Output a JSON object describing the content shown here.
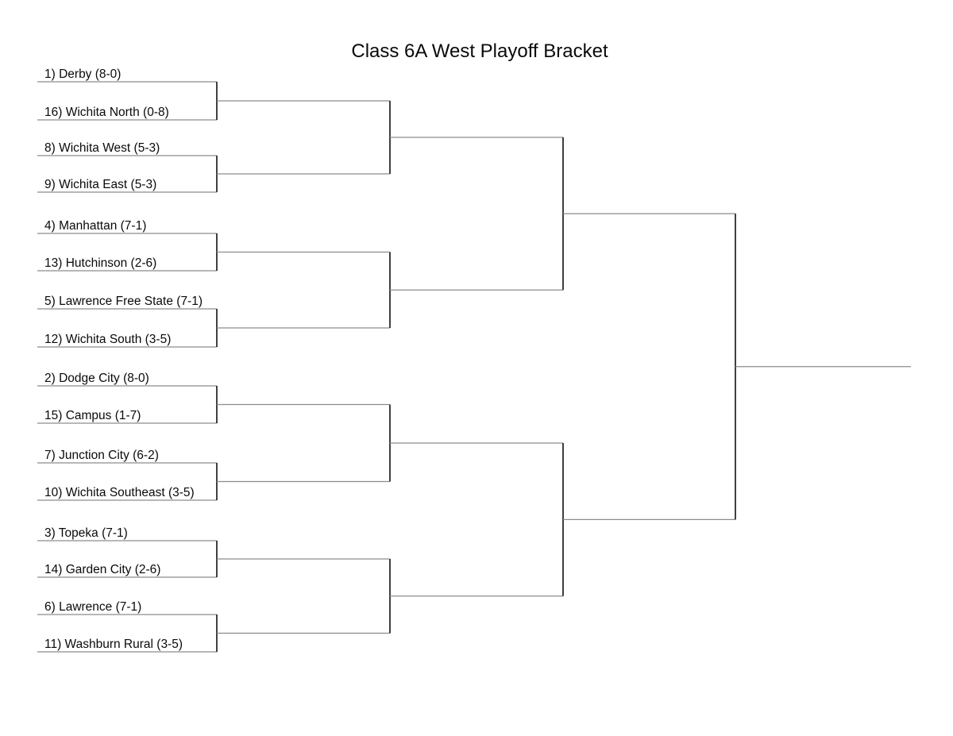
{
  "title": "Class 6A West Playoff Bracket",
  "colors": {
    "background": "#ffffff",
    "horizontal_line": "#8c8c8c",
    "connector_line": "#2a2a2a",
    "text": "#0a0a0a"
  },
  "bracket": {
    "rounds_count": 4,
    "round1_matches": [
      {
        "top": {
          "seed": "1",
          "name": "Derby",
          "record": "8-0",
          "label": "1) Derby (8-0)"
        },
        "bottom": {
          "seed": "16",
          "name": "Wichita North",
          "record": "0-8",
          "label": "16) Wichita North (0-8)"
        }
      },
      {
        "top": {
          "seed": "8",
          "name": "Wichita West",
          "record": "5-3",
          "label": "8) Wichita West (5-3)"
        },
        "bottom": {
          "seed": "9",
          "name": "Wichita East",
          "record": "5-3",
          "label": "9) Wichita East (5-3)"
        }
      },
      {
        "top": {
          "seed": "4",
          "name": "Manhattan",
          "record": "7-1",
          "label": "4) Manhattan (7-1)"
        },
        "bottom": {
          "seed": "13",
          "name": "Hutchinson",
          "record": "2-6",
          "label": "13) Hutchinson (2-6)"
        }
      },
      {
        "top": {
          "seed": "5",
          "name": "Lawrence Free State",
          "record": "7-1",
          "label": "5) Lawrence Free State (7-1)"
        },
        "bottom": {
          "seed": "12",
          "name": "Wichita South",
          "record": "3-5",
          "label": "12) Wichita South (3-5)"
        }
      },
      {
        "top": {
          "seed": "2",
          "name": "Dodge City",
          "record": "8-0",
          "label": "2) Dodge City (8-0)"
        },
        "bottom": {
          "seed": "15",
          "name": "Campus",
          "record": "1-7",
          "label": "15) Campus (1-7)"
        }
      },
      {
        "top": {
          "seed": "7",
          "name": "Junction City",
          "record": "6-2",
          "label": "7) Junction City (6-2)"
        },
        "bottom": {
          "seed": "10",
          "name": "Wichita Southeast",
          "record": "3-5",
          "label": "10) Wichita Southeast (3-5)"
        }
      },
      {
        "top": {
          "seed": "3",
          "name": "Topeka",
          "record": "7-1",
          "label": "3) Topeka (7-1)"
        },
        "bottom": {
          "seed": "14",
          "name": "Garden City",
          "record": "2-6",
          "label": "14) Garden City (2-6)"
        }
      },
      {
        "top": {
          "seed": "6",
          "name": "Lawrence",
          "record": "7-1",
          "label": "6) Lawrence (7-1)"
        },
        "bottom": {
          "seed": "11",
          "name": "Washburn Rural",
          "record": "3-5",
          "label": "11) Washburn Rural (3-5)"
        }
      }
    ]
  }
}
